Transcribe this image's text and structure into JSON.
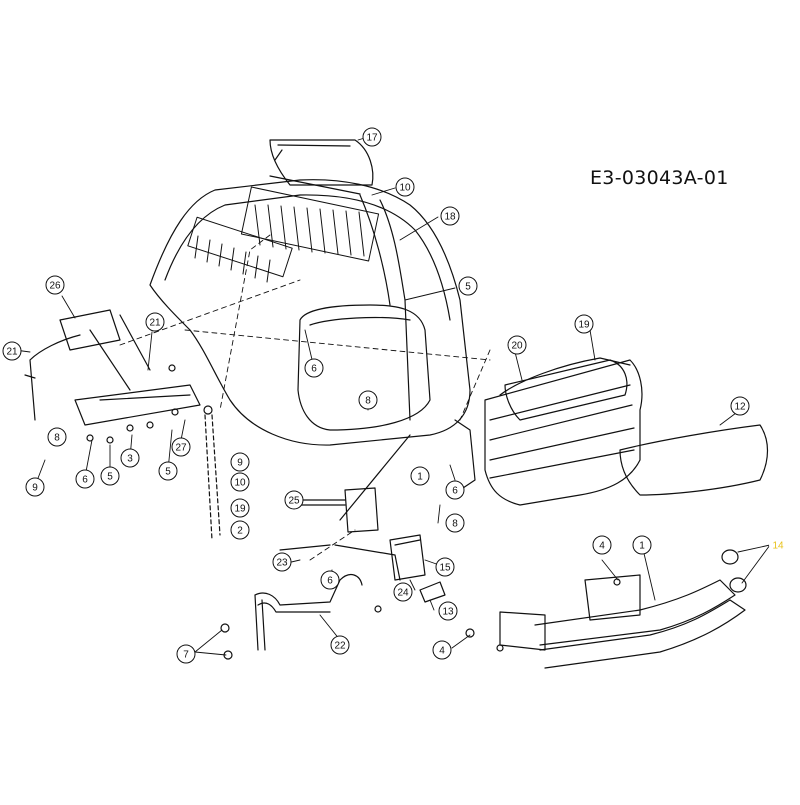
{
  "diagram": {
    "code": "E3-03043A-01",
    "highlight_color": "#e8c21a",
    "line_color": "#111111",
    "callouts": [
      {
        "id": "c17",
        "label": "17"
      },
      {
        "id": "c10",
        "label": "10"
      },
      {
        "id": "c18",
        "label": "18"
      },
      {
        "id": "c5a",
        "label": "5"
      },
      {
        "id": "c26",
        "label": "26"
      },
      {
        "id": "c21a",
        "label": "21"
      },
      {
        "id": "c21b",
        "label": "21"
      },
      {
        "id": "c8a",
        "label": "8"
      },
      {
        "id": "c6a",
        "label": "6"
      },
      {
        "id": "c19",
        "label": "19"
      },
      {
        "id": "c20",
        "label": "20"
      },
      {
        "id": "c12",
        "label": "12"
      },
      {
        "id": "c8b",
        "label": "8"
      },
      {
        "id": "c6b",
        "label": "6"
      },
      {
        "id": "c1",
        "label": "1"
      },
      {
        "id": "c3",
        "label": "3"
      },
      {
        "id": "c5b",
        "label": "5"
      },
      {
        "id": "c27",
        "label": "27"
      },
      {
        "id": "c9a",
        "label": "9"
      },
      {
        "id": "c10b",
        "label": "10"
      },
      {
        "id": "c19b",
        "label": "19"
      },
      {
        "id": "c2",
        "label": "2"
      },
      {
        "id": "c9b",
        "label": "9"
      },
      {
        "id": "c6c",
        "label": "6"
      },
      {
        "id": "c5c",
        "label": "5"
      },
      {
        "id": "c25",
        "label": "25"
      },
      {
        "id": "c8c",
        "label": "8"
      },
      {
        "id": "c23",
        "label": "23"
      },
      {
        "id": "c6d",
        "label": "6"
      },
      {
        "id": "c15",
        "label": "15"
      },
      {
        "id": "c24",
        "label": "24"
      },
      {
        "id": "c13",
        "label": "13"
      },
      {
        "id": "c4a",
        "label": "4"
      },
      {
        "id": "c1b",
        "label": "1"
      },
      {
        "id": "c14",
        "label": "14"
      },
      {
        "id": "c7",
        "label": "7"
      },
      {
        "id": "c22",
        "label": "22"
      },
      {
        "id": "c4b",
        "label": "4"
      }
    ]
  }
}
